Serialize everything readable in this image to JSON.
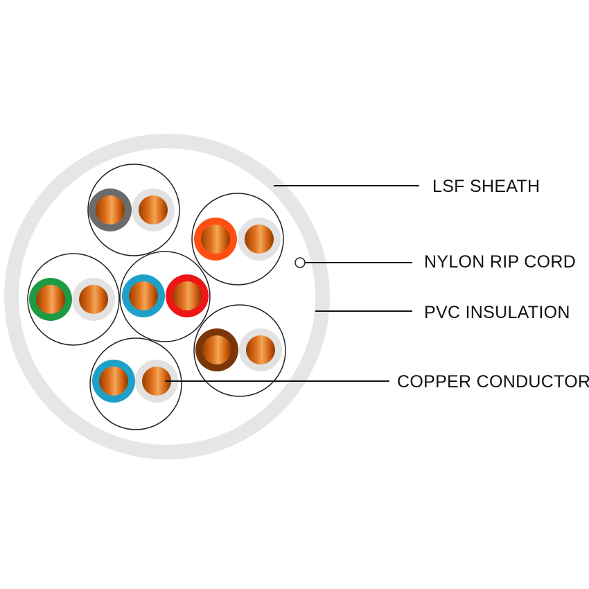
{
  "labels": {
    "sheath": "LSF SHEATH",
    "rip_cord": "NYLON RIP CORD",
    "insulation": "PVC INSULATION",
    "conductor": "COPPER CONDUCTOR"
  },
  "colors": {
    "sheath": "#e6e6e6",
    "sheath_inner": "#ffffff",
    "plain_insulation": "#e2e2e2",
    "copper_dark": "#9a3f00",
    "copper_mid": "#e0701c",
    "copper_light": "#f2a657"
  },
  "pairs": [
    {
      "name": "grey-pair",
      "colored_insulation": "#6b6b6b",
      "insulation_label": "grey"
    },
    {
      "name": "orange-pair",
      "colored_insulation": "#ff4e12",
      "insulation_label": "orange"
    },
    {
      "name": "green-pair",
      "colored_insulation": "#1e9a44",
      "insulation_label": "green"
    },
    {
      "name": "center-pair",
      "colored_insulation": "#1da1c8",
      "second_insulation": "#ee1616",
      "insulation_label": "blue-red"
    },
    {
      "name": "brown-pair",
      "colored_insulation": "#7a3608",
      "insulation_label": "brown"
    },
    {
      "name": "blue-pair",
      "colored_insulation": "#1da1c8",
      "insulation_label": "blue"
    }
  ]
}
